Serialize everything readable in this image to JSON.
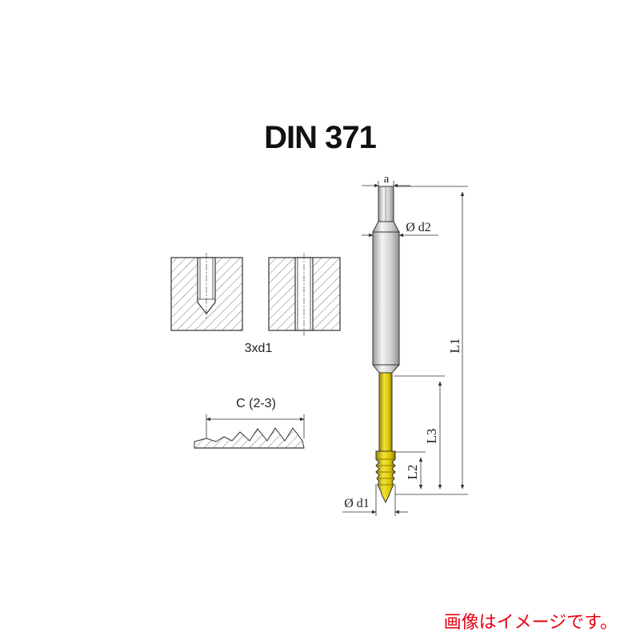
{
  "title": "DIN 371",
  "labels": {
    "hole_depth": "3xd1",
    "chamfer": "C (2-3)",
    "a": "a",
    "d2": "Ø d2",
    "d1": "Ø d1",
    "L1": "L1",
    "L2": "L2",
    "L3": "L3"
  },
  "note": "画像はイメージです。",
  "colors": {
    "tap_coating": "#e6d21a",
    "shank": "#dcdcdc",
    "note_text": "#e60012",
    "line": "#222222"
  }
}
